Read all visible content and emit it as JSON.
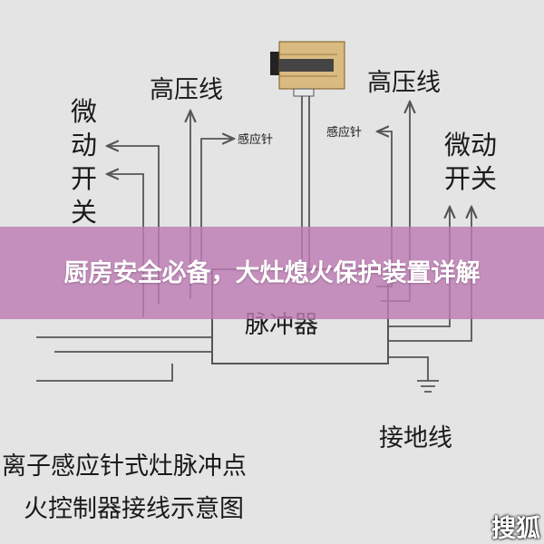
{
  "diagram": {
    "left_high_voltage": "高压线",
    "right_high_voltage": "高压线",
    "left_sensor": "感应针",
    "right_sensor": "感应针",
    "left_micro_switch": [
      "微",
      "动",
      "开",
      "关"
    ],
    "right_micro_switch": [
      "微动",
      "开关"
    ],
    "pulse_unit": "脉冲器",
    "ground_wire": "接地线",
    "caption_line1": "离子感应针式灶脉冲点",
    "caption_line2": "火控制器接线示意图"
  },
  "overlay": {
    "title": "厨房安全必备，大灶熄火保护装置详解"
  },
  "watermark": {
    "text": "搜狐"
  }
}
